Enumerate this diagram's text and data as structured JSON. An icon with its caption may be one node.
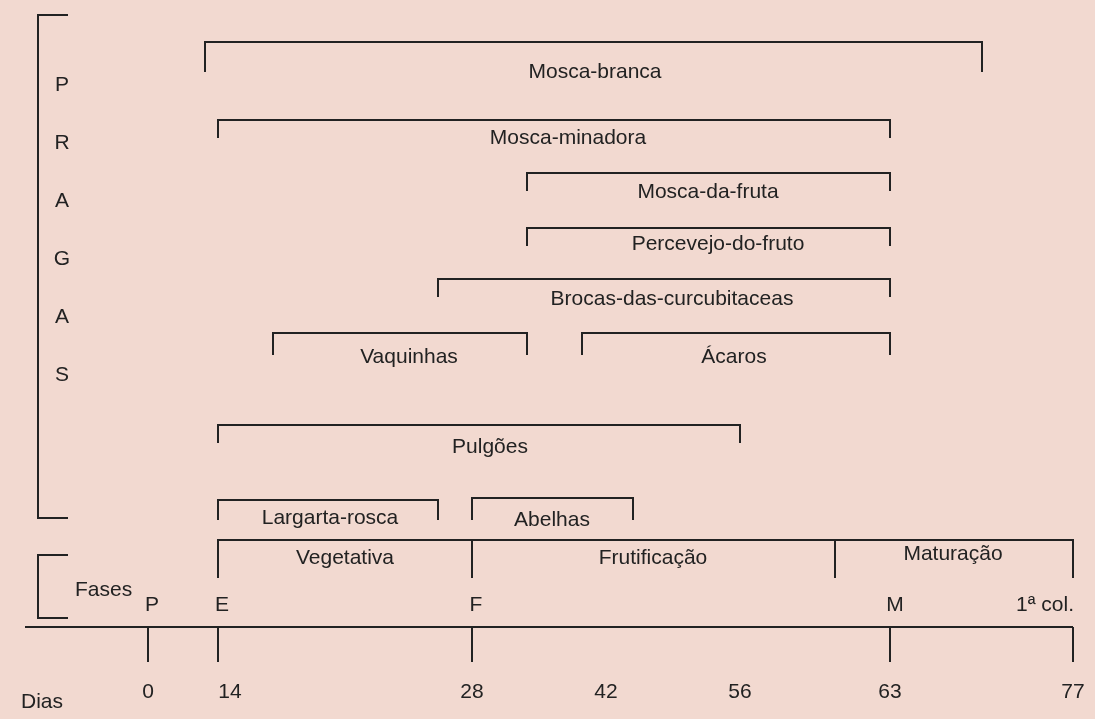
{
  "diagram": {
    "labels": [
      "PRAGAS",
      "Mosca-branca",
      "Mosca-minadora",
      "Mosca-da-fruta",
      "Percevejo-do-fruto",
      "Brocas-das-curcubitaceas",
      "Vaquinhas",
      "Ácaros",
      "Pulgões",
      "Largarta-rosca",
      "Abelhas",
      "Vegetativa",
      "Frutificação",
      "Maturação",
      "Fases",
      "P",
      "E",
      "F",
      "M",
      "1ª col.",
      "Dias",
      "0",
      "14",
      "28",
      "42",
      "56",
      "63",
      "77"
    ]
  }
}
